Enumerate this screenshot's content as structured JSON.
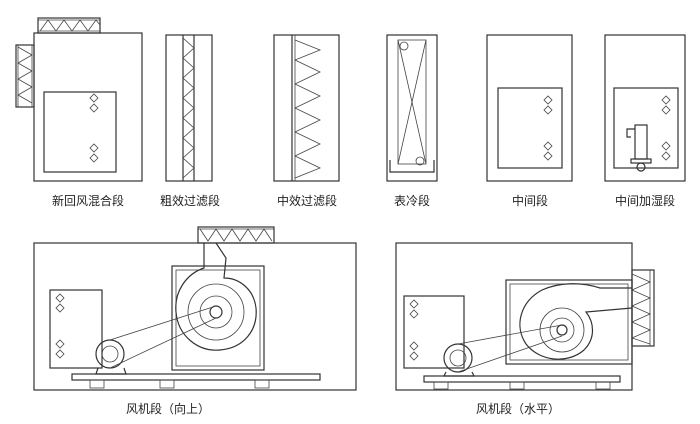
{
  "sections": {
    "mixing": "新回风混合段",
    "coarse_filter": "粗效过滤段",
    "medium_filter": "中效过滤段",
    "cooling_coil": "表冷段",
    "intermediate": "中间段",
    "humidifier": "中间加湿段",
    "fan_up": "风机段（向上）",
    "fan_horizontal": "风机段（水平）"
  }
}
